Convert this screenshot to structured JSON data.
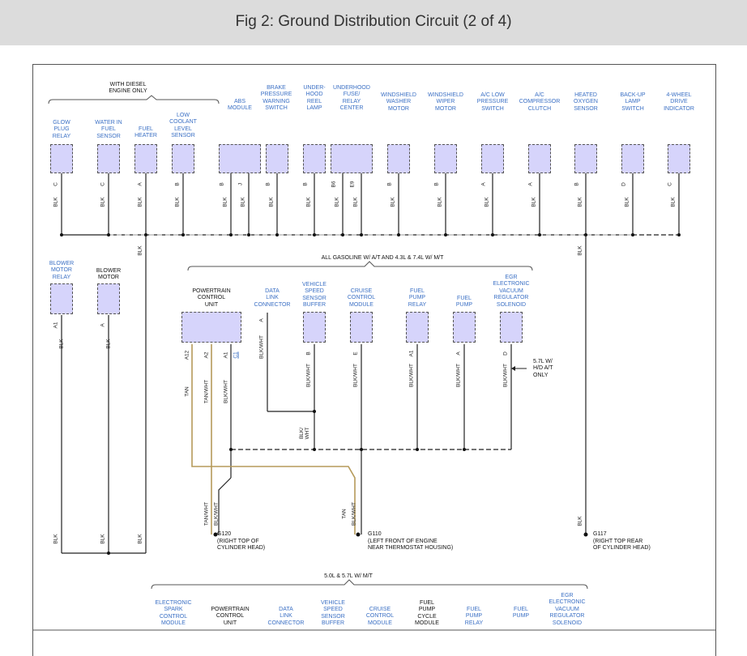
{
  "title": "Fig 2: Ground Distribution Circuit (2 of 4)",
  "groups": {
    "diesel": "WITH DIESEL\nENGINE ONLY",
    "gasoline": "ALL GASOLINE W/ A/T AND 4.3L & 7.4L W/ M/T",
    "manual": "5.0L & 5.7L W/ M/T",
    "engine57": "5.7L W/\nH/D A/T\nONLY"
  },
  "top_components": [
    {
      "label": "GLOW\nPLUG\nRELAY",
      "pins": [
        "C"
      ],
      "wire": "BLK"
    },
    {
      "label": "WATER IN\nFUEL\nSENSOR",
      "pins": [
        "C"
      ],
      "wire": "BLK"
    },
    {
      "label": "FUEL\nHEATER",
      "pins": [
        "A"
      ],
      "wire": "BLK"
    },
    {
      "label": "LOW\nCOOLANT\nLEVEL\nSENSOR",
      "pins": [
        "B"
      ],
      "wire": "BLK"
    },
    {
      "label": "ABS\nMODULE",
      "pins": [
        "B",
        "J"
      ],
      "wire": "BLK"
    },
    {
      "label": "BRAKE\nPRESSURE\nWARNING\nSWITCH",
      "pins": [
        "B"
      ],
      "wire": "BLK"
    },
    {
      "label": "UNDER-\nHOOD\nREEL\nLAMP",
      "pins": [
        "B"
      ],
      "wire": "BLK"
    },
    {
      "label": "UNDERHOOD\nFUSE/\nRELAY\nCENTER",
      "pins": [
        "B6",
        "E9"
      ],
      "wire": "BLK"
    },
    {
      "label": "WINDSHIELD\nWASHER\nMOTOR",
      "pins": [
        "B"
      ],
      "wire": "BLK"
    },
    {
      "label": "WINDSHIELD\nWIPER\nMOTOR",
      "pins": [
        "B"
      ],
      "wire": "BLK"
    },
    {
      "label": "A/C LOW\nPRESSURE\nSWITCH",
      "pins": [
        "A"
      ],
      "wire": "BLK"
    },
    {
      "label": "A/C\nCOMPRESSOR\nCLUTCH",
      "pins": [
        "A"
      ],
      "wire": "BLK"
    },
    {
      "label": "HEATED\nOXYGEN\nSENSOR",
      "pins": [
        "B"
      ],
      "wire": "BLK"
    },
    {
      "label": "BACK-UP\nLAMP\nSWITCH",
      "pins": [
        "D"
      ],
      "wire": "BLK"
    },
    {
      "label": "4-WHEEL\nDRIVE\nINDICATOR",
      "pins": [
        "C"
      ],
      "wire": "BLK"
    }
  ],
  "mid_components": [
    {
      "label": "BLOWER\nMOTOR\nRELAY",
      "pins": [
        "A1"
      ],
      "wire": "BLK"
    },
    {
      "label": "BLOWER\nMOTOR",
      "pins": [
        "A"
      ],
      "wire": "BLK"
    },
    {
      "label": "POWERTRAIN\nCONTROL\nUNIT",
      "pins": [
        "A12",
        "A2",
        "A1",
        "C1"
      ],
      "wires": [
        "TAN",
        "TAN/WHT",
        "BLK/WHT"
      ]
    },
    {
      "label": "DATA\nLINK\nCONNECTOR",
      "pins": [
        "A"
      ],
      "wire": "BLK/WHT"
    },
    {
      "label": "VEHICLE\nSPEED\nSENSOR\nBUFFER",
      "pins": [
        "B"
      ],
      "wire": "BLK/WHT"
    },
    {
      "label": "CRUISE\nCONTROL\nMODULE",
      "pins": [
        "E"
      ],
      "wire": "BLK/WHT"
    },
    {
      "label": "FUEL\nPUMP\nRELAY",
      "pins": [
        "A1"
      ],
      "wire": "BLK/WHT"
    },
    {
      "label": "FUEL\nPUMP",
      "pins": [
        "A"
      ],
      "wire": "BLK/WHT"
    },
    {
      "label": "EGR\nELECTRONIC\nVACUUM\nREGULATOR\nSOLENOID",
      "pins": [
        "D"
      ],
      "wire": "BLK/WHT"
    }
  ],
  "splice_wire": "BLK/\nWHT",
  "grounds": [
    {
      "id": "G120",
      "desc": "(RIGHT TOP OF\nCYLINDER HEAD)",
      "wires": [
        "TAN/WHT",
        "BLK/WHT"
      ]
    },
    {
      "id": "G110",
      "desc": "(LEFT FRONT OF ENGINE\nNEAR THERMOSTAT HOUSING)",
      "wires": [
        "TAN",
        "BLK/WHT"
      ]
    },
    {
      "id": "G117",
      "desc": "(RIGHT TOP REAR\nOF CYLINDER HEAD)",
      "wires": [
        "BLK"
      ]
    }
  ],
  "bottom_wires": [
    "BLK",
    "BLK",
    "BLK",
    "BLK"
  ],
  "bottom_components": [
    "ELECTRONIC\nSPARK\nCONTROL\nMODULE",
    "POWERTRAIN\nCONTROL\nUNIT",
    "DATA\nLINK\nCONNECTOR",
    "VEHICLE\nSPEED\nSENSOR\nBUFFER",
    "CRUISE\nCONTROL\nMODULE",
    "FUEL\nPUMP\nCYCLE\nMODULE",
    "FUEL\nPUMP\nRELAY",
    "FUEL\nPUMP",
    "EGR\nELECTRONIC\nVACUUM\nREGULATOR\nSOLENOID"
  ],
  "colors": {
    "box": "#d6d4fb",
    "label": "#3a6fc4",
    "tan": "#b59a5a",
    "wire": "#222"
  }
}
